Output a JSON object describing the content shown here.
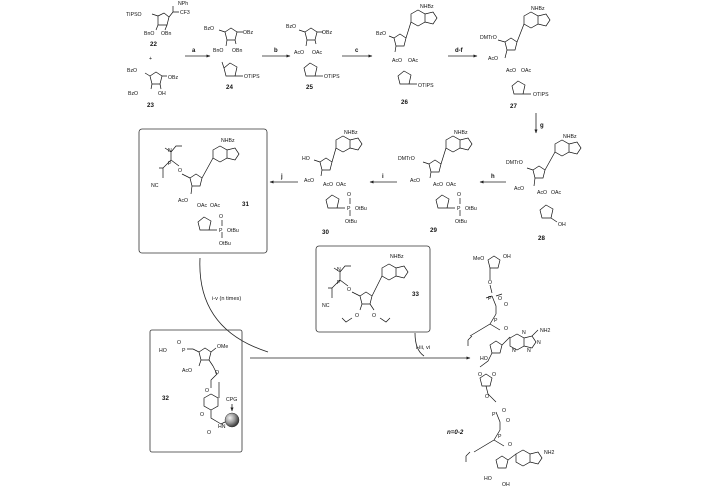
{
  "compounds": {
    "c22": {
      "id": "22",
      "labels": [
        "NPh",
        "TIPSO",
        "CF3",
        "BnO",
        "OBn"
      ]
    },
    "c23": {
      "id": "23",
      "labels": [
        "BzO",
        "BzO",
        "OBz",
        "OH"
      ],
      "plus": "+"
    },
    "c24": {
      "id": "24",
      "labels": [
        "BzO",
        "OBz",
        "BnO",
        "OBn",
        "OTIPS"
      ]
    },
    "c25": {
      "id": "25",
      "labels": [
        "BzO",
        "OBz",
        "AcO",
        "OAc",
        "OTIPS"
      ]
    },
    "c26": {
      "id": "26",
      "labels": [
        "NHBz",
        "BzO",
        "AcO",
        "OAc",
        "OTIPS"
      ]
    },
    "c27": {
      "id": "27",
      "labels": [
        "NHBz",
        "DMTrO",
        "AcO",
        "AcO",
        "OAc",
        "OTIPS"
      ]
    },
    "c28": {
      "id": "28",
      "labels": [
        "NHBz",
        "DMTrO",
        "AcO",
        "AcO",
        "OAc",
        "OH"
      ]
    },
    "c29": {
      "id": "29",
      "labels": [
        "NHBz",
        "DMTrO",
        "AcO",
        "AcO",
        "OAc",
        "P",
        "O",
        "OtBu",
        "OtBu"
      ]
    },
    "c30": {
      "id": "30",
      "labels": [
        "NHBz",
        "HO",
        "AcO",
        "AcO",
        "OAc",
        "P",
        "O",
        "OtBu",
        "OtBu"
      ]
    },
    "c31": {
      "id": "31",
      "labels": [
        "NHBz",
        "N",
        "P",
        "O",
        "NC",
        "AcO",
        "OAc",
        "OAc",
        "P",
        "O",
        "OtBu",
        "OtBu"
      ]
    },
    "c32": {
      "id": "32",
      "labels": [
        "HO",
        "P",
        "O",
        "OMe",
        "AcO",
        "O",
        "O",
        "O",
        "CPG",
        "HN",
        "O"
      ]
    },
    "c33": {
      "id": "33",
      "labels": [
        "NHBz",
        "N",
        "P",
        "O",
        "NC",
        "O",
        "O"
      ]
    },
    "product": {
      "labels": [
        "MeO",
        "OH",
        "O",
        "O",
        "P",
        "O",
        "P",
        "O",
        "NH2",
        "N",
        "N",
        "N",
        "N",
        "HO",
        "O",
        "O",
        "O",
        "O",
        "P",
        "O",
        "P",
        "O",
        "NH2",
        "HO",
        "OH"
      ],
      "n": "n=0-2"
    }
  },
  "steps": {
    "a": "a",
    "b": "b",
    "c": "c",
    "df": "d-f",
    "g": "g",
    "h": "h",
    "i": "i",
    "j": "j",
    "iv": "i-v (n times)",
    "iiivi": "i-iii, vi"
  }
}
